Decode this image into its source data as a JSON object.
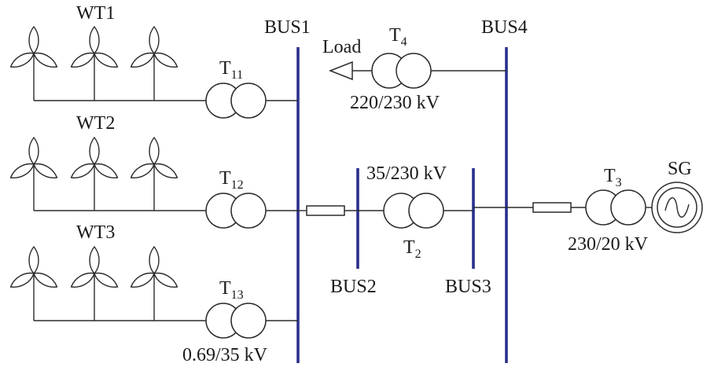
{
  "buses": {
    "bus1": "BUS1",
    "bus2": "BUS2",
    "bus3": "BUS3",
    "bus4": "BUS4"
  },
  "wind_farms": {
    "wt1": "WT1",
    "wt2": "WT2",
    "wt3": "WT3"
  },
  "transformers": {
    "t11": {
      "main": "T",
      "sub": "11"
    },
    "t12": {
      "main": "T",
      "sub": "12"
    },
    "t13": {
      "main": "T",
      "sub": "13",
      "rating": "0.69/35 kV"
    },
    "t2": {
      "main": "T",
      "sub": "2",
      "rating": "35/230 kV"
    },
    "t3": {
      "main": "T",
      "sub": "3",
      "rating": "230/20 kV"
    },
    "t4": {
      "main": "T",
      "sub": "4",
      "rating": "220/230 kV"
    }
  },
  "load_label": "Load",
  "generator_label": "SG",
  "colors": {
    "bus": "#2a2f8c",
    "wire": "#2b2b2b"
  }
}
